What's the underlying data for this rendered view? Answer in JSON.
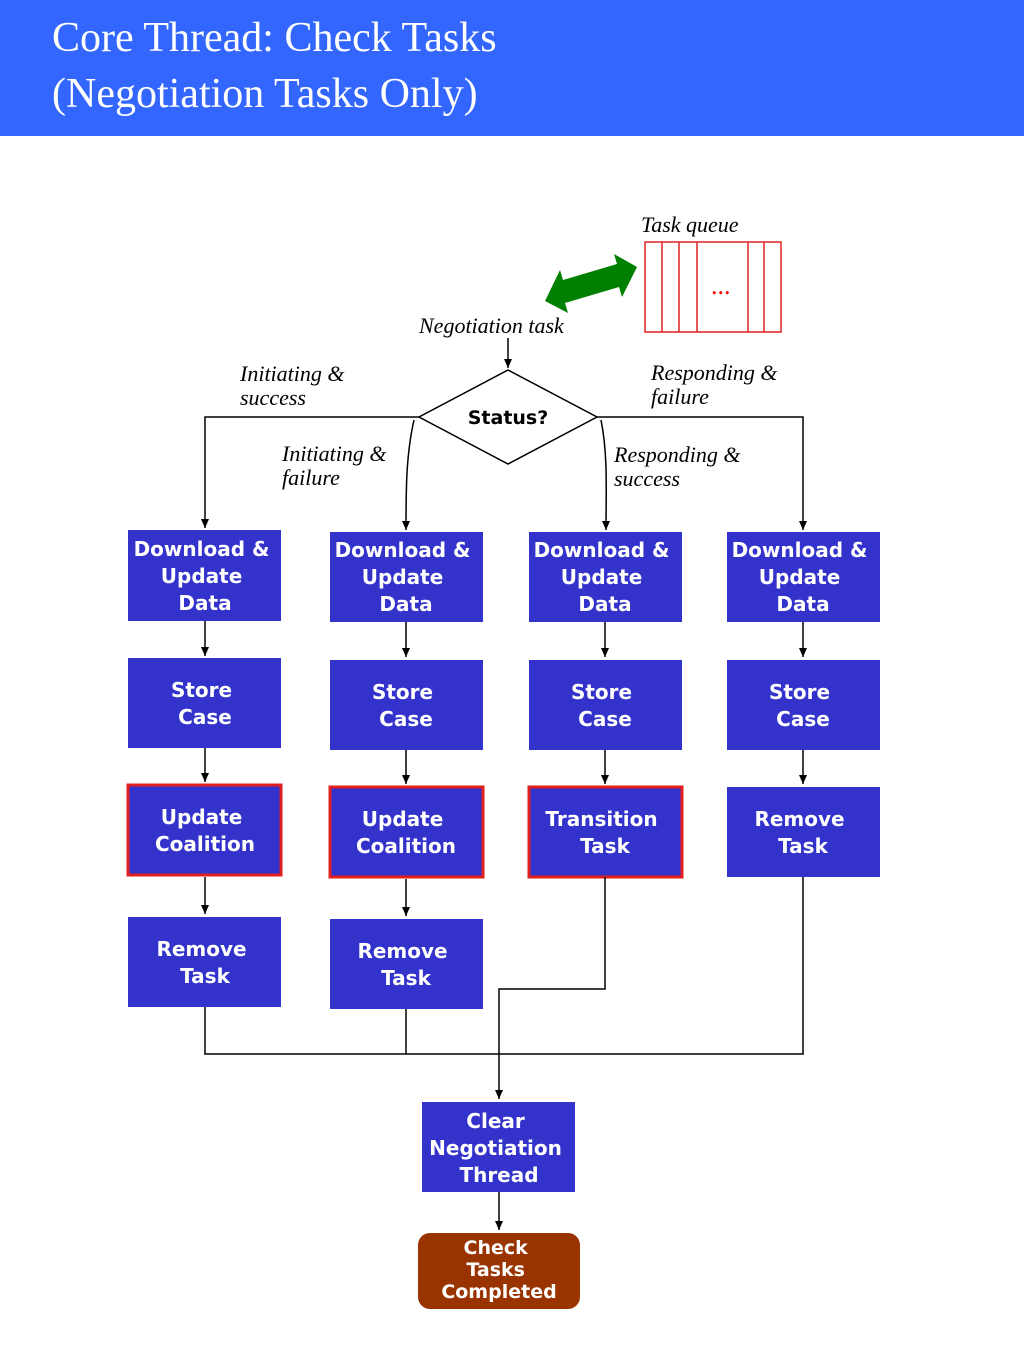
{
  "title": {
    "line1": "Core Thread:  Check Tasks",
    "line2": "(Negotiation Tasks Only)"
  },
  "colors": {
    "header": "#3366ff",
    "box": "#3333cc",
    "highlight_border": "#e02020",
    "final_box": "#993300",
    "arrow_green": "#008000",
    "queue": "#e02020"
  },
  "queue": {
    "label": "Task queue",
    "dots": "..."
  },
  "negotiation_task_label": "Negotiation task",
  "decision": {
    "label": "Status?"
  },
  "branches": {
    "initiating_success": [
      "Initiating &",
      "success"
    ],
    "initiating_failure": [
      "Initiating &",
      "failure"
    ],
    "responding_success": [
      "Responding &",
      "success"
    ],
    "responding_failure": [
      "Responding &",
      "failure"
    ]
  },
  "columns": [
    {
      "download": [
        "Download &",
        "Update",
        "Data"
      ],
      "store": [
        "Store",
        "Case"
      ],
      "third": [
        "Update",
        "Coalition"
      ],
      "fourth": [
        "Remove",
        "Task"
      ]
    },
    {
      "download": [
        "Download &",
        "Update",
        "Data"
      ],
      "store": [
        "Store",
        "Case"
      ],
      "third": [
        "Update",
        "Coalition"
      ],
      "fourth": [
        "Remove",
        "Task"
      ]
    },
    {
      "download": [
        "Download &",
        "Update",
        "Data"
      ],
      "store": [
        "Store",
        "Case"
      ],
      "third": [
        "Transition",
        "Task"
      ]
    },
    {
      "download": [
        "Download &",
        "Update",
        "Data"
      ],
      "store": [
        "Store",
        "Case"
      ],
      "third": [
        "Remove",
        "Task"
      ]
    }
  ],
  "clear_thread": [
    "Clear",
    "Negotiation",
    "Thread"
  ],
  "final": [
    "Check",
    "Tasks",
    "Completed"
  ]
}
